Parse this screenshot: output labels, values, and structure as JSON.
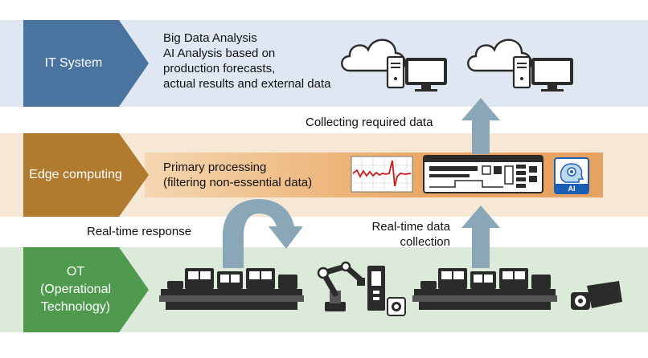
{
  "tiers": {
    "it": {
      "label": "IT System",
      "text": [
        "Big Data Analysis",
        "AI Analysis based on",
        "production forecasts,",
        "actual results and external data"
      ]
    },
    "edge": {
      "label": "Edge computing",
      "text": [
        "Primary processing",
        "(filtering non-essential data)"
      ]
    },
    "ot": {
      "label_lines": [
        "OT",
        "(Operational",
        "Technology)"
      ]
    }
  },
  "annotations": {
    "collecting": "Collecting required data",
    "realtime_response": "Real-time response",
    "realtime_collection": [
      "Real-time data",
      "collection"
    ]
  },
  "badges": {
    "ai": "AI"
  },
  "icons": [
    "cloud-icon",
    "server-tower-icon",
    "monitor-icon",
    "waveform-chart-icon",
    "control-panel-icon",
    "ai-brain-icon",
    "production-line-icon",
    "robot-arm-icon",
    "controller-icon",
    "sensor-icon",
    "camera-icon"
  ],
  "colors": {
    "it_band": "#dfe7f3",
    "it_label": "#4a73a0",
    "edge_band": "#f6e8d5",
    "edge_label": "#b07a2f",
    "edge_bar": "#e9a862",
    "ot_band": "#dcead9",
    "ot_label": "#4f9a4f",
    "arrow": "#8aa7b8"
  }
}
